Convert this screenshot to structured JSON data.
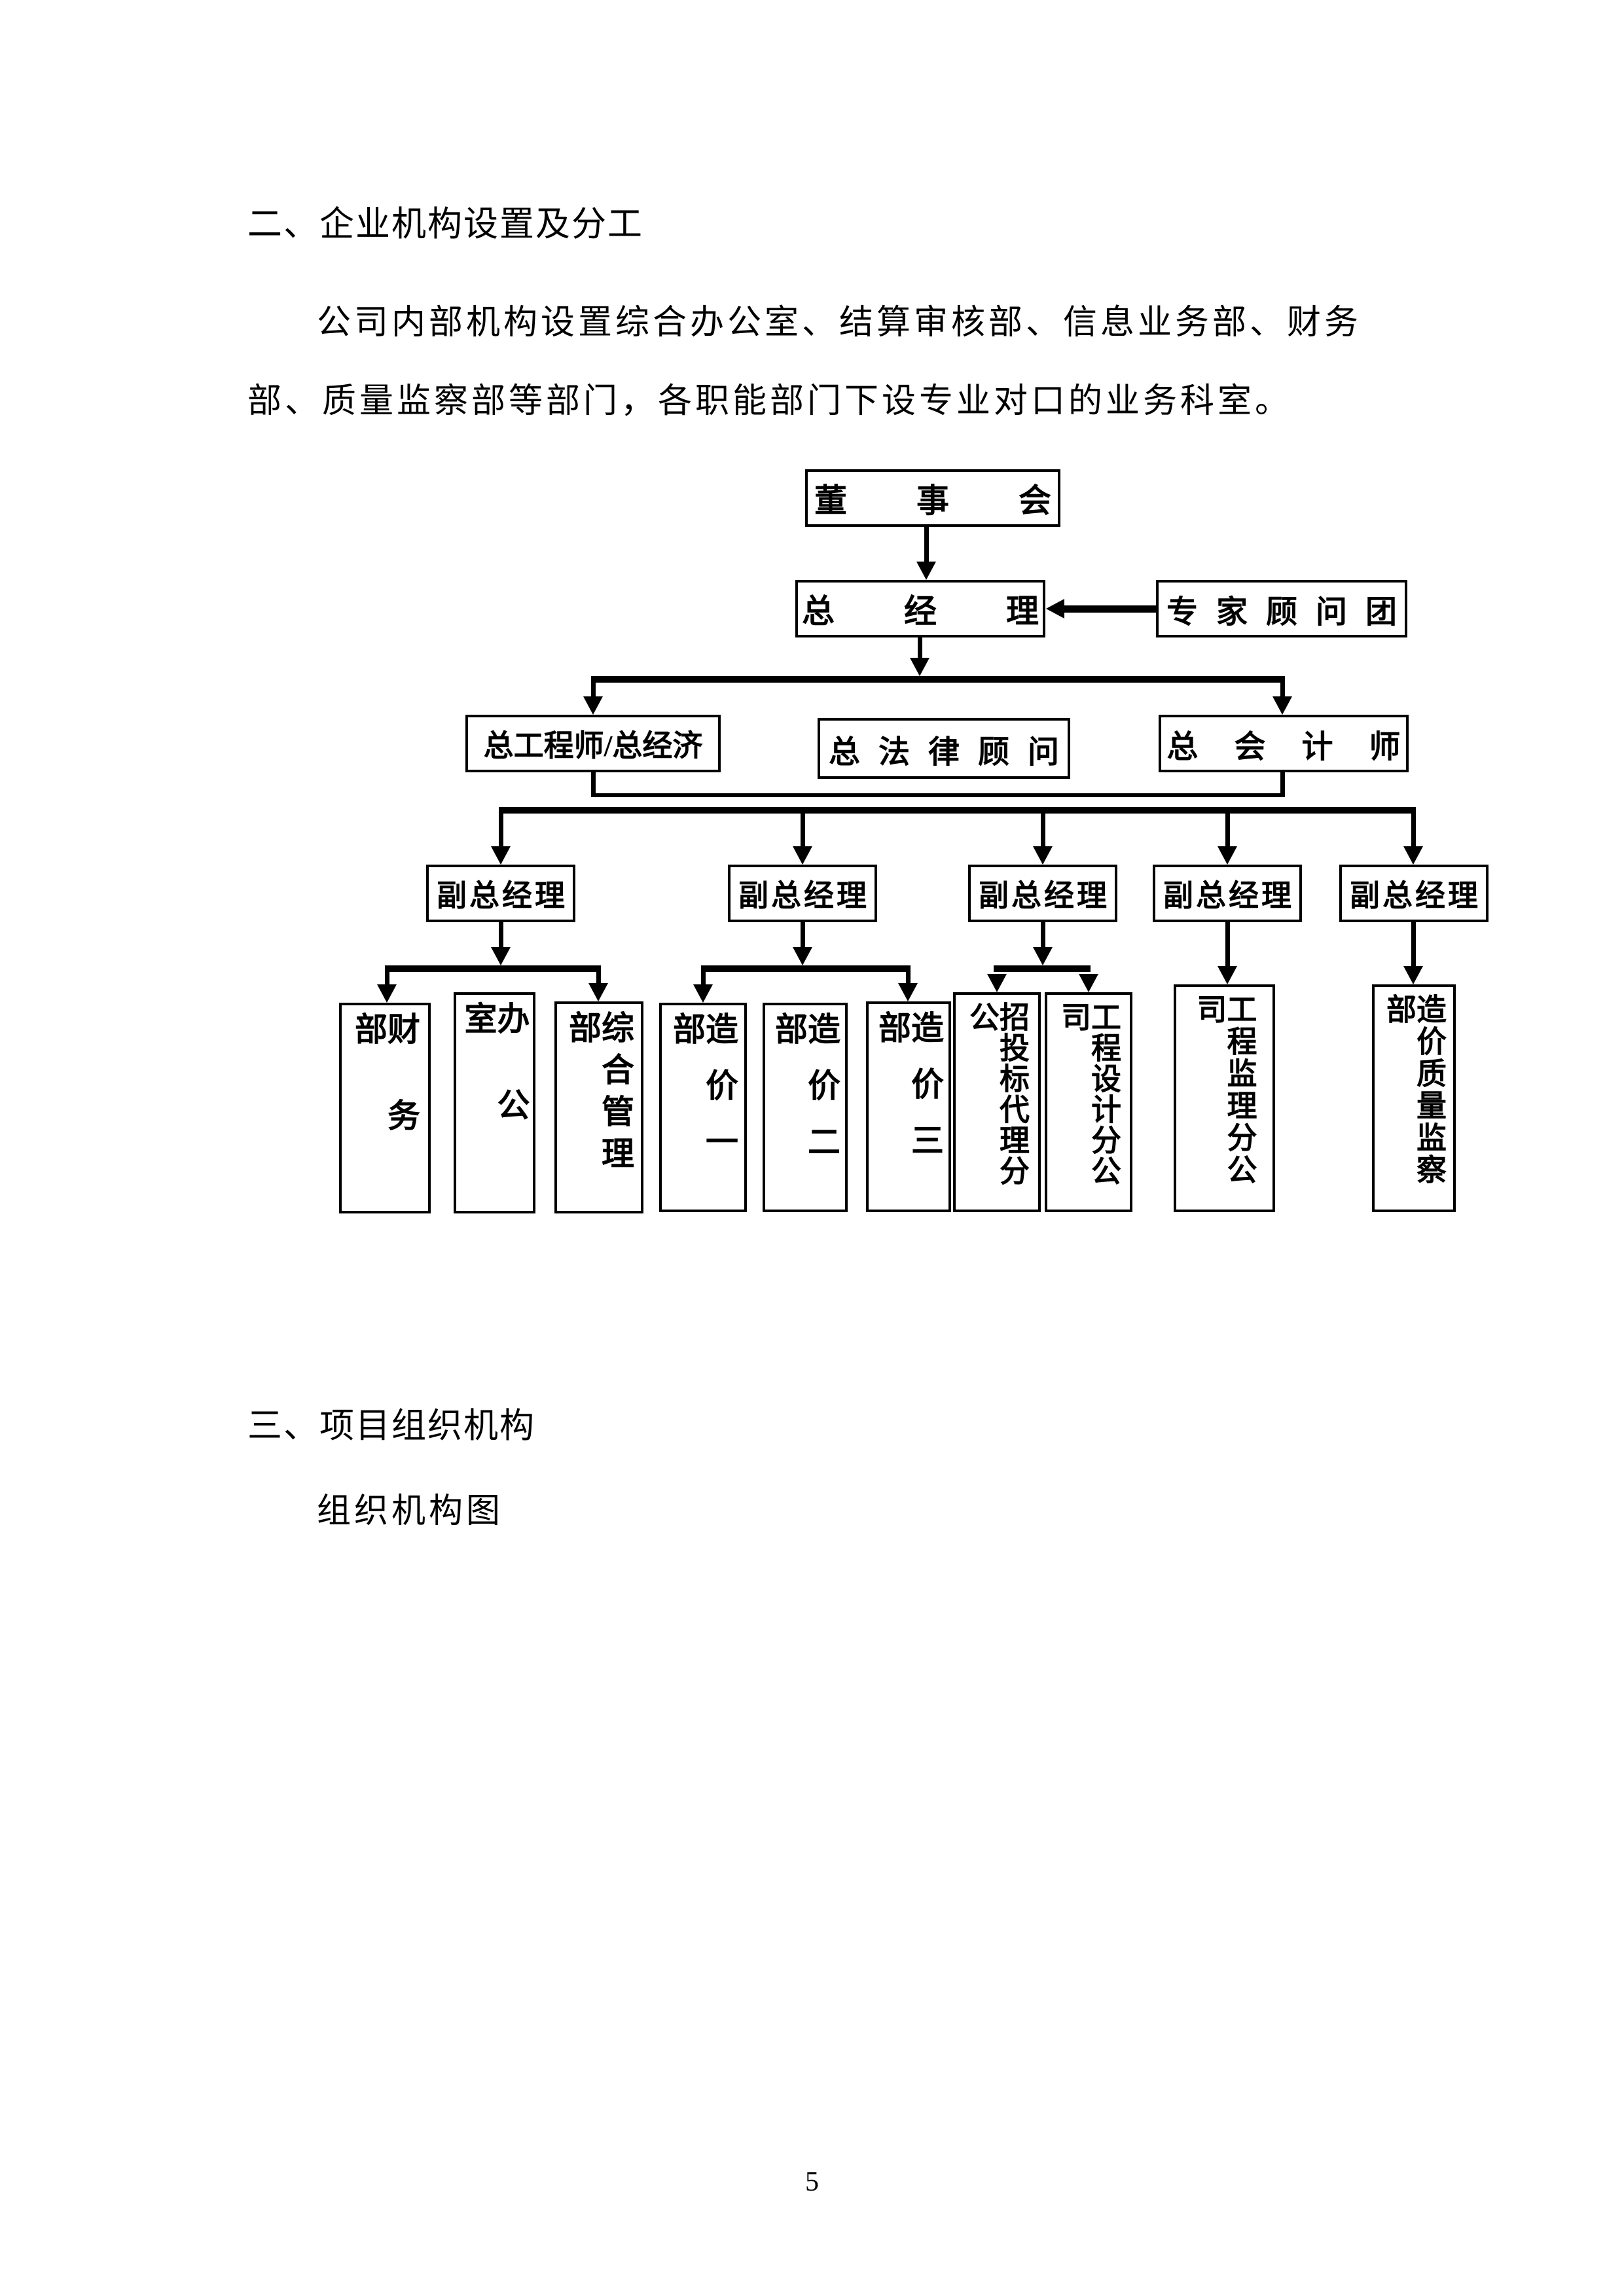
{
  "page": {
    "number": "5"
  },
  "sections": {
    "heading2": "二、企业机构设置及分工",
    "para_line1": "公司内部机构设置综合办公室、结算审核部、信息业务部、财务",
    "para_line2": "部、质量监察部等部门，各职能部门下设专业对口的业务科室。",
    "heading3": "三、项目组织机构",
    "subtext": "组织机构图"
  },
  "org_chart": {
    "board": "董事会",
    "general_manager": "总经理",
    "expert_advisors": "专家顾问团",
    "chief_engineer": "总工程师/总经济",
    "chief_legal": "总法律顾问",
    "chief_accountant": "总会计师",
    "deputy_gms": [
      "副总经理",
      "副总经理",
      "副总经理",
      "副总经理",
      "副总经理"
    ],
    "departments": [
      "财务部",
      "办公室",
      "综合管理部",
      "造价一部",
      "造价二部",
      "造价三部",
      "招投标代理分公",
      "工程设计分公司",
      "工程监理分公司",
      "造价质量监察部"
    ],
    "line_color": "#000000",
    "box_background": "#ffffff"
  }
}
